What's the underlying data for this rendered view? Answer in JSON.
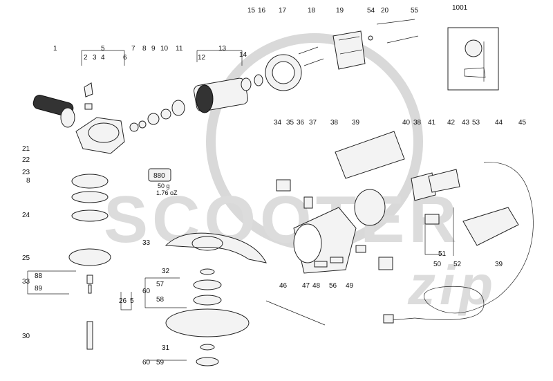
{
  "watermark": {
    "brand": "SCOOTER",
    "tag": "zip"
  },
  "callouts": [
    "1",
    "2",
    "3",
    "4",
    "5",
    "6",
    "7",
    "8",
    "9",
    "10",
    "11",
    "12",
    "13",
    "14",
    "15",
    "16",
    "17",
    "18",
    "19",
    "54",
    "20",
    "55",
    "1001",
    "21",
    "22",
    "23",
    "8",
    "24",
    "25",
    "33",
    "88",
    "89",
    "26",
    "5",
    "30",
    "32",
    "60",
    "57",
    "58",
    "31",
    "60",
    "59",
    "33",
    "34",
    "35",
    "36",
    "37",
    "38",
    "39",
    "40",
    "38",
    "41",
    "42",
    "43",
    "53",
    "44",
    "45",
    "47",
    "48",
    "56",
    "49",
    "46",
    "51",
    "50",
    "52",
    "39"
  ],
  "grease": {
    "code": "880",
    "weight_g": "50 g",
    "weight_oz": "1.76 oZ"
  }
}
